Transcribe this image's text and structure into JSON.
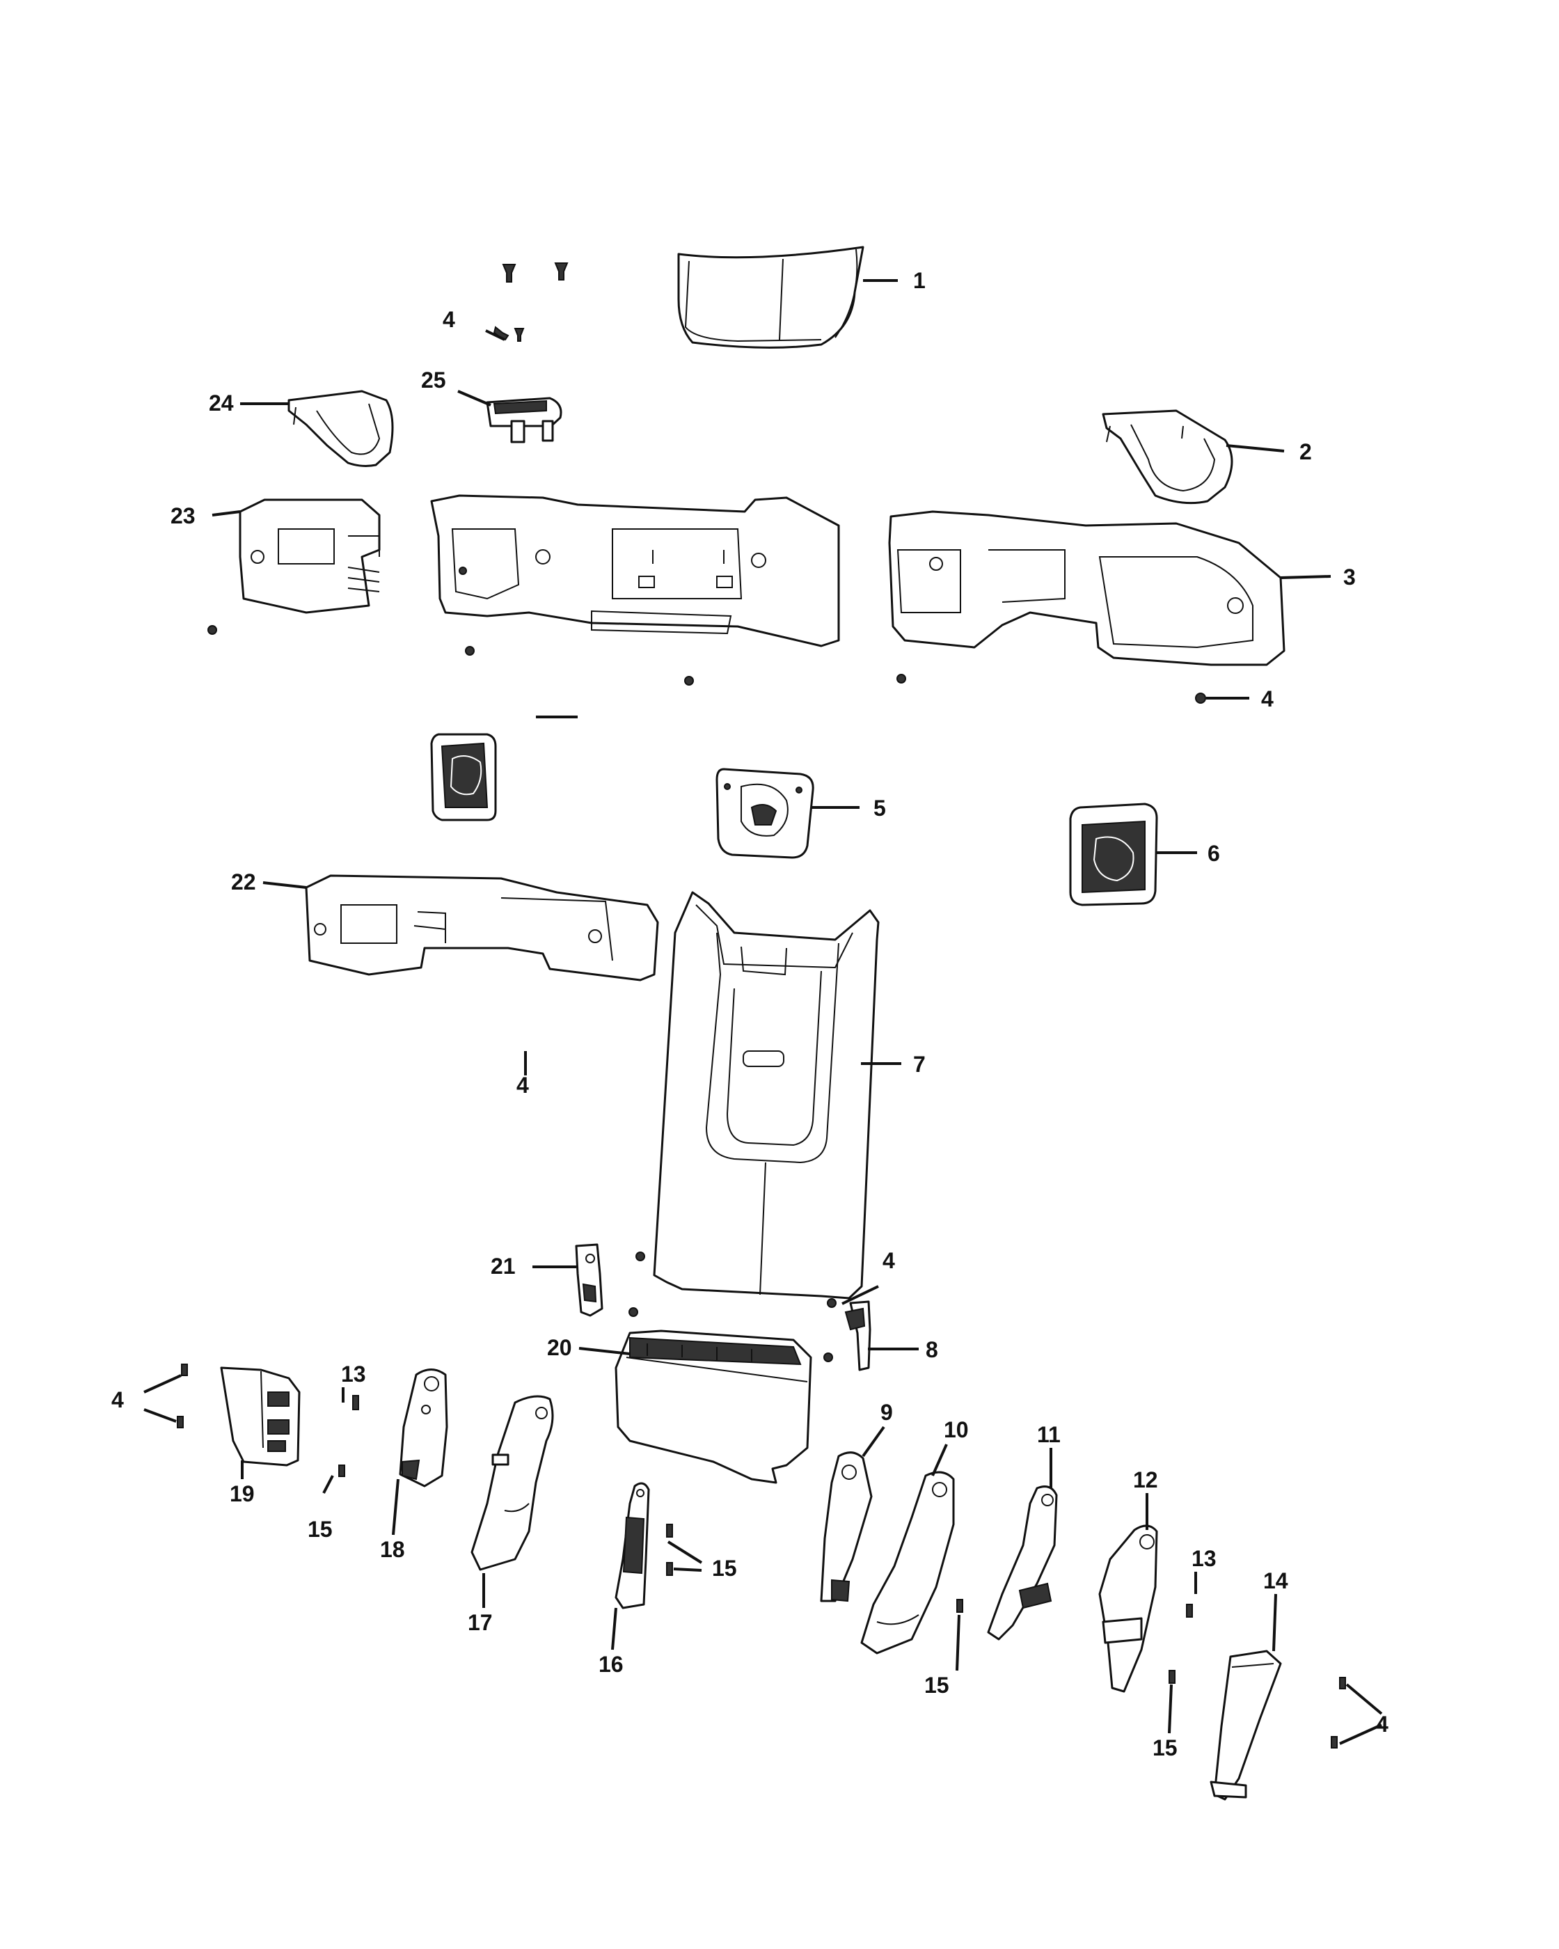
{
  "diagram": {
    "callouts": {
      "c1": "1",
      "c2": "2",
      "c3": "3",
      "c4a": "4",
      "c4b": "4",
      "c4c": "4",
      "c4d": "4",
      "c4e": "4",
      "c4f": "4",
      "c5": "5",
      "c6": "6",
      "c7": "7",
      "c8": "8",
      "c9": "9",
      "c10": "10",
      "c11": "11",
      "c12": "12",
      "c13a": "13",
      "c13b": "13",
      "c14": "14",
      "c15a": "15",
      "c15b": "15",
      "c15c": "15",
      "c15d": "15",
      "c16": "16",
      "c17": "17",
      "c18": "18",
      "c19": "19",
      "c20": "20",
      "c21": "21",
      "c22": "22",
      "c23": "23",
      "c24": "24",
      "c25": "25"
    }
  }
}
